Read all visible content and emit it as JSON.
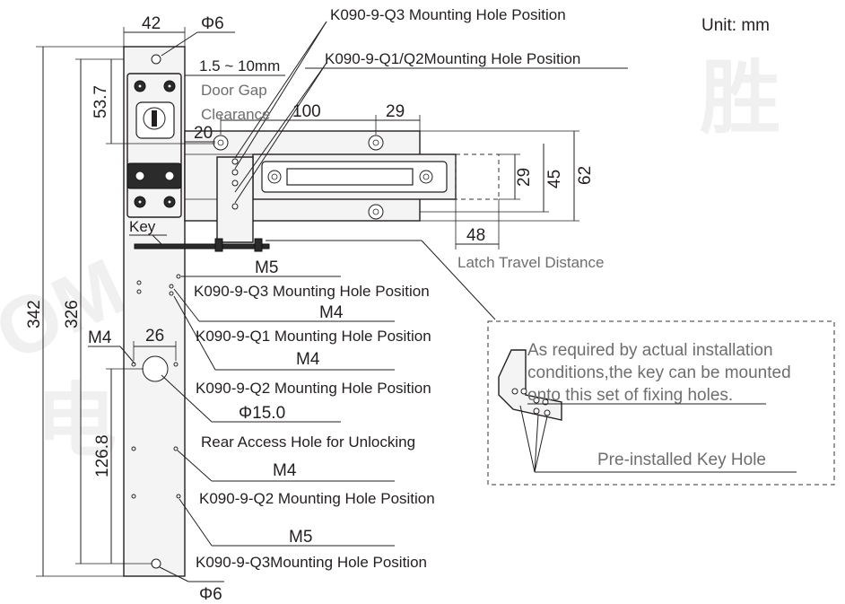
{
  "unit": "Unit: mm",
  "dims": {
    "width_42": "42",
    "phi6_top": "Φ6",
    "phi6_bottom": "Φ6",
    "gap_range": "1.5 ~ 10mm",
    "door_gap": "Door Gap",
    "clearance": "Clearance",
    "d53_7": "53.7",
    "d100": "100",
    "d29_top": "29",
    "d20": "20",
    "d29_side": "29",
    "d45": "45",
    "d62": "62",
    "d48": "48",
    "d342": "342",
    "d326": "326",
    "d26": "26",
    "d126_8": "126.8"
  },
  "labels": {
    "q3_top": "K090-9-Q3 Mounting Hole Position",
    "q1q2_top": "K090-9-Q1/Q2Mounting Hole Position",
    "key": "Key",
    "latch_travel": "Latch Travel Distance",
    "m5_a": "M5",
    "q3_mid": "K090-9-Q3 Mounting Hole Position",
    "m4_a": "M4",
    "m4_left": "M4",
    "q1_mid": "K090-9-Q1 Mounting Hole Position",
    "m4_b": "M4",
    "q2_mid": "K090-9-Q2 Mounting Hole Position",
    "phi15": "Φ15.0",
    "rear_access": "Rear Access Hole for Unlocking",
    "m4_c": "M4",
    "q2_low": "K090-9-Q2 Mounting Hole Position",
    "m5_b": "M5",
    "q3_low": "K090-9-Q3Mounting Hole Position"
  },
  "inset": {
    "note_line1": "As required by actual installation",
    "note_line2": "conditions,the key can be mounted",
    "note_line3": "onto this set of fixing holes.",
    "preinstalled": "Pre-installed Key Hole"
  },
  "watermark": {
    "chars": [
      "电",
      "胜"
    ],
    "letters": "OM"
  }
}
